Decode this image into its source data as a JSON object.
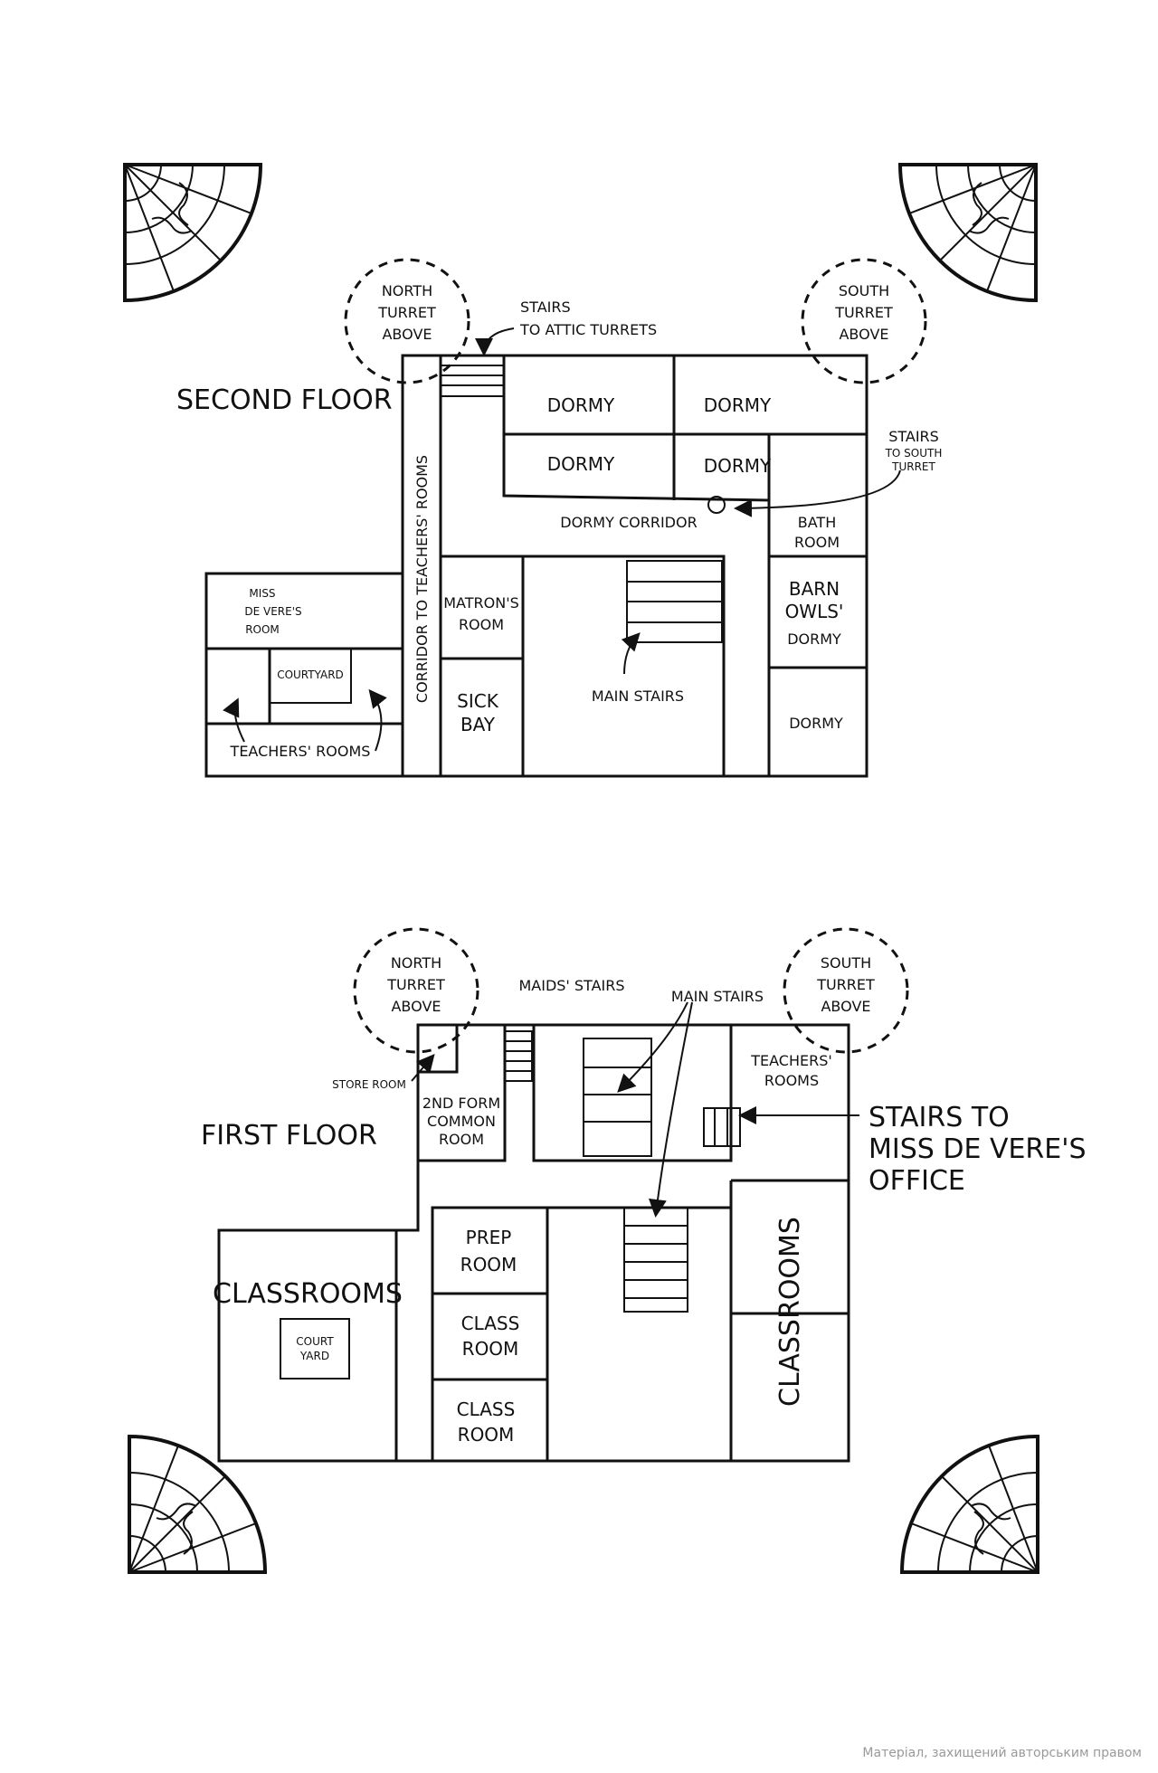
{
  "second_floor": {
    "title": "SECOND FLOOR",
    "north_turret": [
      "NORTH",
      "TURRET",
      "ABOVE"
    ],
    "south_turret": [
      "SOUTH",
      "TURRET",
      "ABOVE"
    ],
    "stairs_attic": [
      "STAIRS",
      "TO ATTIC TURRETS"
    ],
    "stairs_south": [
      "STAIRS",
      "TO SOUTH",
      "TURRET"
    ],
    "dormy": "DORMY",
    "dormy_corridor": "DORMY CORRIDOR",
    "corridor": "CORRIDOR TO TEACHERS' ROOMS",
    "bath_room": [
      "BATH",
      "ROOM"
    ],
    "barn_owls": [
      "BARN",
      "OWLS'",
      "DORMY"
    ],
    "matron": [
      "MATRON'S",
      "ROOM"
    ],
    "sick_bay": [
      "SICK",
      "BAY"
    ],
    "main_stairs": "MAIN STAIRS",
    "miss_de_vere": [
      "MISS",
      "DE VERE'S",
      "ROOM"
    ],
    "courtyard": "COURTYARD",
    "teachers_rooms": "TEACHERS' ROOMS"
  },
  "first_floor": {
    "title": "FIRST FLOOR",
    "north_turret": [
      "NORTH",
      "TURRET",
      "ABOVE"
    ],
    "south_turret": [
      "SOUTH",
      "TURRET",
      "ABOVE"
    ],
    "maids_stairs": "MAIDS' STAIRS",
    "main_stairs": "MAIN STAIRS",
    "store_room": "STORE ROOM",
    "common_room": [
      "2ND FORM",
      "COMMON",
      "ROOM"
    ],
    "teachers_rooms": [
      "TEACHERS'",
      "ROOMS"
    ],
    "stairs_office": [
      "STAIRS TO",
      "MISS DE VERE'S",
      "OFFICE"
    ],
    "classrooms": "CLASSROOMS",
    "court_yard": [
      "COURT",
      "YARD"
    ],
    "prep_room": [
      "PREP",
      "ROOM"
    ],
    "class_room": [
      "CLASS",
      "ROOM"
    ]
  },
  "footer": "Матеріал, захищений авторським правом"
}
